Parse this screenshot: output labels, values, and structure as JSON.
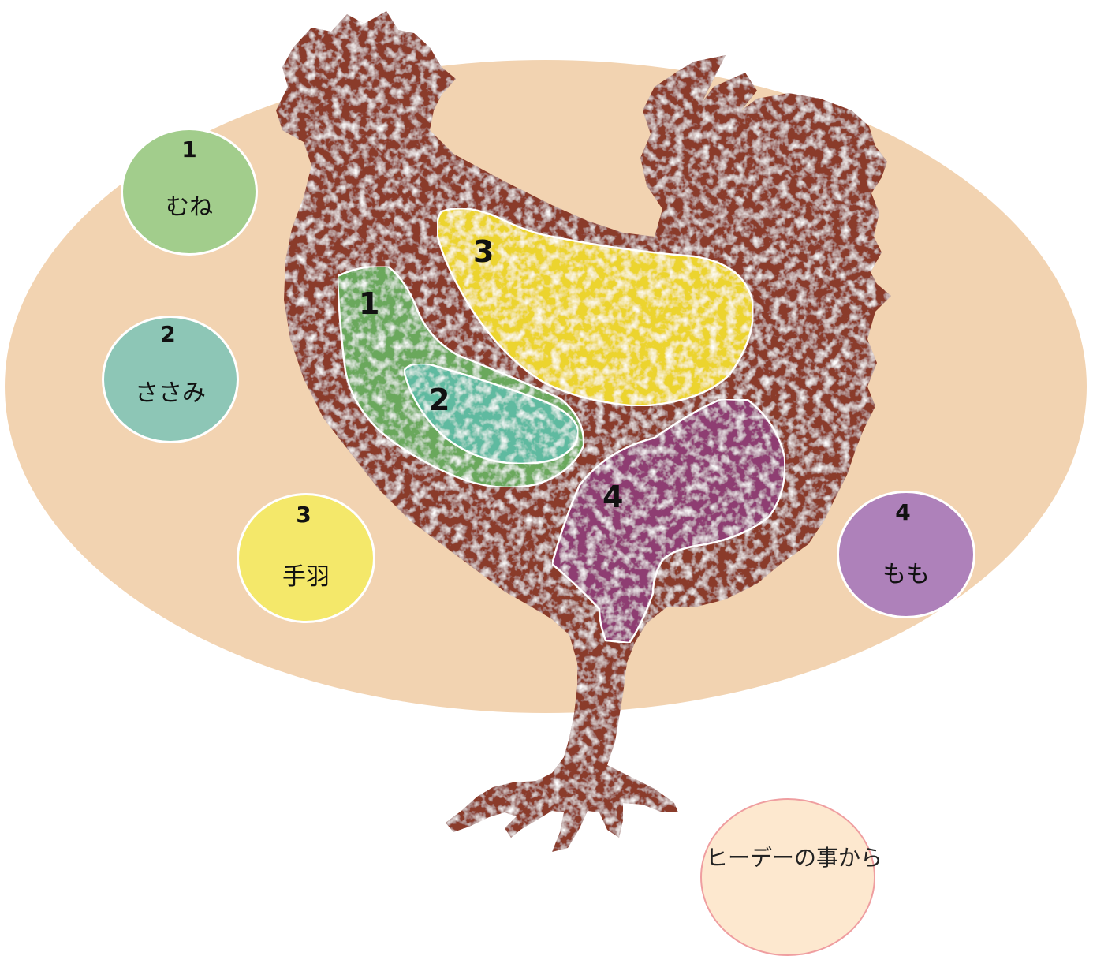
{
  "colors": {
    "background_ellipse": "#f2d3b1",
    "chicken_body": "#8a3a2c",
    "cut_1_breast": "#6aa85c",
    "cut_2_tenderloin": "#5ebaa0",
    "cut_3_wing": "#ecd42e",
    "cut_4_thigh": "#8e3d72",
    "legend_1": "#a2cd8c",
    "legend_2": "#8dc6b6",
    "legend_3": "#f4e86a",
    "legend_4": "#ae81ba"
  },
  "legend": [
    {
      "number": "1",
      "label": "むね"
    },
    {
      "number": "2",
      "label": "ささみ"
    },
    {
      "number": "3",
      "label": "手羽"
    },
    {
      "number": "4",
      "label": "もも"
    }
  ],
  "map_labels": {
    "cut_1": "1",
    "cut_2": "2",
    "cut_3": "3",
    "cut_4": "4"
  },
  "partial_caption": "ヒーデーの事から"
}
